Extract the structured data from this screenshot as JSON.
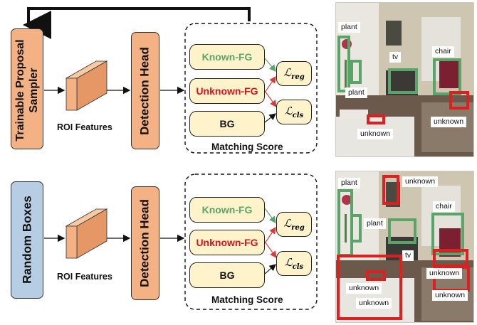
{
  "top": {
    "sampler_label": "Trainable Proposal Sampler",
    "roi_label": "ROI Features",
    "head_label": "Detection Head",
    "classes": {
      "known": "Known-FG",
      "unknown": "Unknown-FG",
      "bg": "BG"
    },
    "loss_reg": "reg",
    "loss_cls": "cls",
    "matching_label": "Matching Score",
    "detections": {
      "plant_top": "plant",
      "plant_bottom": "plant",
      "tv": "tv",
      "chair": "chair",
      "unknown_1": "unknown",
      "unknown_2": "unknown"
    }
  },
  "bottom": {
    "sampler_label": "Random Boxes",
    "roi_label": "ROI Features",
    "head_label": "Detection Head",
    "classes": {
      "known": "Known-FG",
      "unknown": "Unknown-FG",
      "bg": "BG"
    },
    "loss_reg": "reg",
    "loss_cls": "cls",
    "matching_label": "Matching Score",
    "detections": {
      "plant": "plant",
      "plant2": "plant",
      "tv": "tv",
      "chair": "chair",
      "unknown_top": "unknown",
      "unknown_mid": "unknown",
      "unknown_left": "unknown",
      "unknown_right": "unknown",
      "unknown_bottom": "unknown"
    }
  },
  "colors": {
    "sampler_top": "#f4b183",
    "sampler_bottom": "#b6cde4",
    "detection_head": "#f4b183",
    "roi_feature": "#f4b183",
    "score_fill": "#fff3cc",
    "known_text": "#5aa469",
    "unknown_text": "#e0101a",
    "known_box": "#5aa469",
    "unknown_box": "#dd1f1f"
  }
}
